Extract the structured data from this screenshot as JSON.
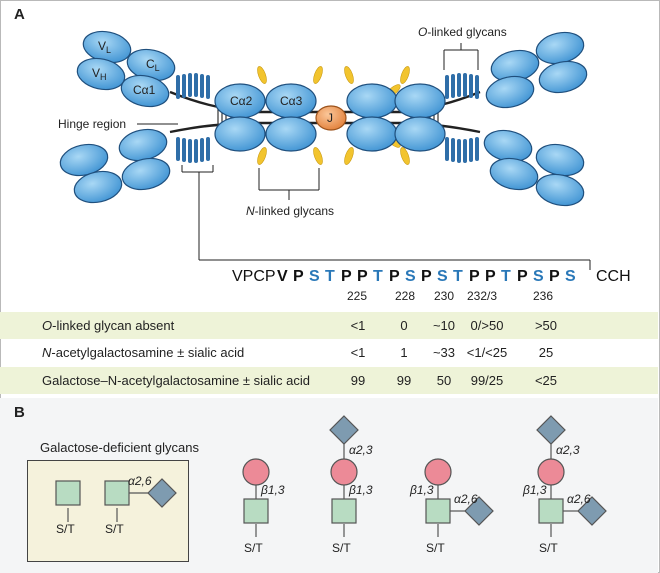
{
  "panel_labels": {
    "a": "A",
    "b": "B"
  },
  "diagram_labels": {
    "vl": "V",
    "vl_sub": "L",
    "vh": "V",
    "vh_sub": "H",
    "cl": "C",
    "cl_sub": "L",
    "ca1": "Cα1",
    "ca2": "Cα2",
    "ca3": "Cα3",
    "j": "J",
    "hinge": "Hinge region",
    "o_linked_italic": "O",
    "o_linked_rest": "-linked glycans",
    "n_linked_italic": "N",
    "n_linked_rest": "-linked glycans"
  },
  "sequence": {
    "prefix": "VPCP",
    "suffix": "CCH",
    "residues": [
      {
        "r": "V",
        "color": "#111111"
      },
      {
        "r": "P",
        "color": "#111111"
      },
      {
        "r": "S",
        "color": "#2a78b8"
      },
      {
        "r": "T",
        "color": "#2a78b8"
      },
      {
        "r": "P",
        "color": "#111111"
      },
      {
        "r": "P",
        "color": "#111111"
      },
      {
        "r": "T",
        "color": "#2a78b8"
      },
      {
        "r": "P",
        "color": "#111111"
      },
      {
        "r": "S",
        "color": "#2a78b8"
      },
      {
        "r": "P",
        "color": "#111111"
      },
      {
        "r": "S",
        "color": "#2a78b8"
      },
      {
        "r": "T",
        "color": "#2a78b8"
      },
      {
        "r": "P",
        "color": "#111111"
      },
      {
        "r": "P",
        "color": "#111111"
      },
      {
        "r": "T",
        "color": "#2a78b8"
      },
      {
        "r": "P",
        "color": "#111111"
      },
      {
        "r": "S",
        "color": "#2a78b8"
      },
      {
        "r": "P",
        "color": "#111111"
      },
      {
        "r": "S",
        "color": "#2a78b8"
      }
    ],
    "positions": [
      "225",
      "228",
      "230",
      "232/3",
      "236"
    ]
  },
  "table": [
    {
      "label_italic": "O",
      "label_rest": "-linked glycan absent",
      "values": [
        "<1",
        "0",
        "~10",
        "0/>50",
        ">50"
      ]
    },
    {
      "label_italic": "N",
      "label_rest": "-acetylgalactosamine ± sialic acid",
      "values": [
        "<1",
        "1",
        "~33",
        "<1/<25",
        "25"
      ]
    },
    {
      "label_italic": "",
      "label_rest": "Galactose–N-acetylgalactosamine ± sialic acid",
      "values": [
        "99",
        "99",
        "50",
        "99/25",
        "<25"
      ]
    }
  ],
  "panel_b": {
    "box_title": "Galactose-deficient glycans",
    "st": "S/T",
    "a26": "α2,6",
    "a23": "α2,3",
    "b13": "β1,3"
  }
}
